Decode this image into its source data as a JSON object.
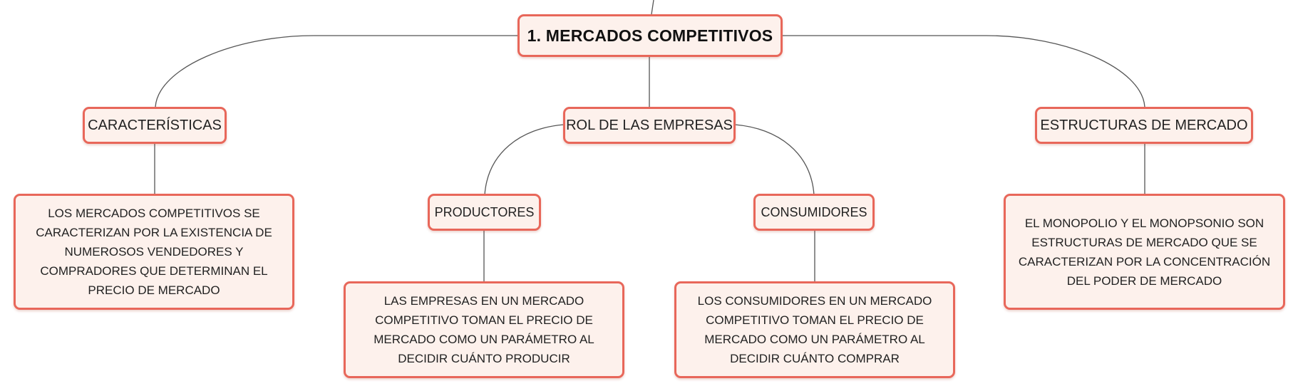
{
  "map": {
    "root": "1. MERCADOS COMPETITIVOS",
    "caracteristicas": {
      "title": "CARACTERÍSTICAS",
      "desc": "LOS MERCADOS COMPETITIVOS SE CARACTERIZAN POR LA EXISTENCIA DE NUMEROSOS VENDEDORES Y COMPRADORES QUE DETERMINAN EL PRECIO DE MERCADO"
    },
    "rol": {
      "title": "ROL DE LAS EMPRESAS",
      "productores": {
        "title": "PRODUCTORES",
        "desc": "LAS EMPRESAS EN UN MERCADO COMPETITIVO TOMAN EL PRECIO DE MERCADO COMO UN PARÁMETRO AL DECIDIR CUÁNTO PRODUCIR"
      },
      "consumidores": {
        "title": "CONSUMIDORES",
        "desc": "LOS CONSUMIDORES EN UN MERCADO COMPETITIVO TOMAN EL PRECIO DE MERCADO COMO UN PARÁMETRO AL DECIDIR CUÁNTO COMPRAR"
      }
    },
    "estructuras": {
      "title": "ESTRUCTURAS DE MERCADO",
      "desc": "EL MONOPOLIO Y EL MONOPSONIO SON ESTRUCTURAS DE MERCADO QUE SE CARACTERIZAN POR LA CONCENTRACIÓN DEL PODER DE MERCADO"
    }
  },
  "colors": {
    "node_border": "#e8675a",
    "node_fill": "#fdf1ec",
    "connector": "#555555"
  }
}
